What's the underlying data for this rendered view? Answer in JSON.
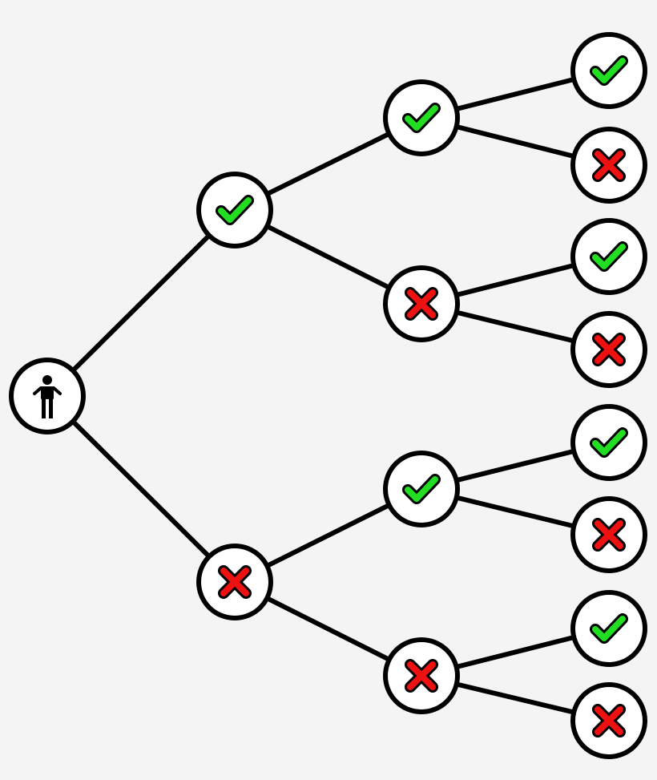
{
  "diagram": {
    "type": "binary-decision-tree",
    "colors": {
      "background": "#f4f4f4",
      "line": "#000000",
      "node_fill": "#ffffff",
      "yes": "#22dd22",
      "no": "#ee1111"
    },
    "root": {
      "icon": "person-icon"
    },
    "outcomes": {
      "level1": [
        "yes",
        "no"
      ],
      "level2": [
        "yes",
        "no",
        "yes",
        "no"
      ],
      "level3": [
        "yes",
        "no",
        "yes",
        "no",
        "yes",
        "no",
        "yes",
        "no"
      ]
    }
  }
}
